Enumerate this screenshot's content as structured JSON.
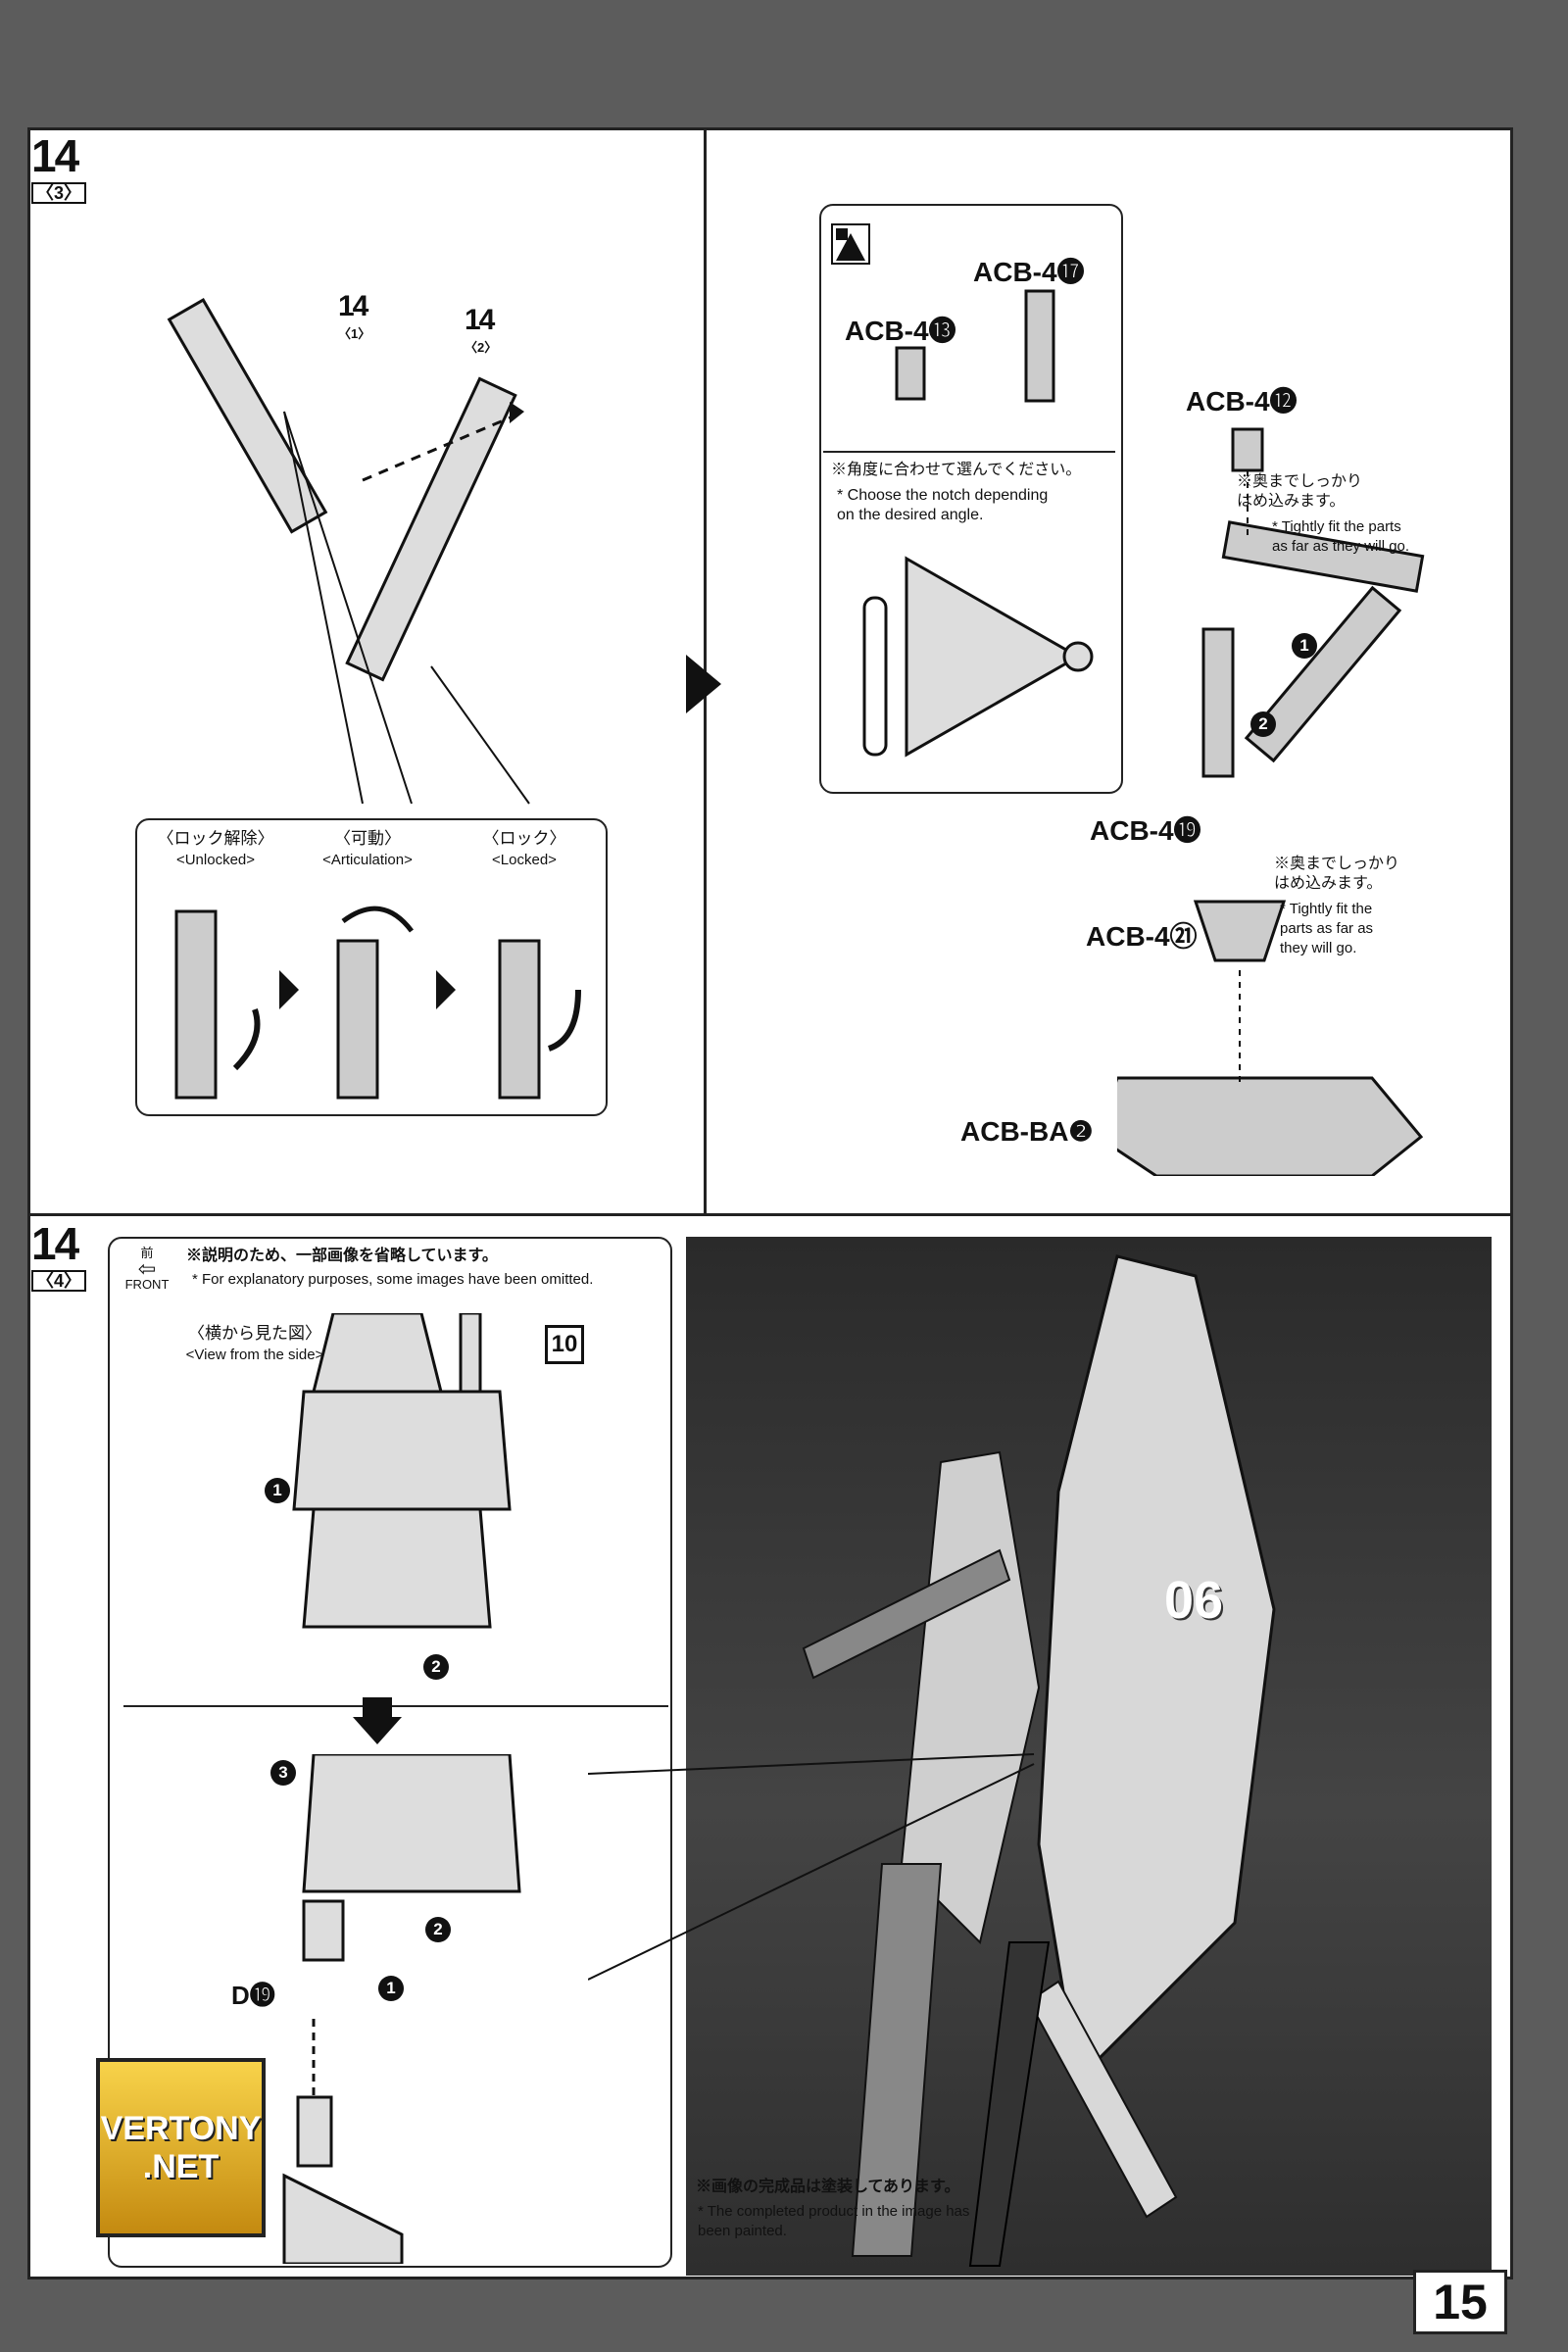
{
  "page_number": "15",
  "step": {
    "number": "14",
    "sub3": "〈3〉",
    "sub1": "〈1〉",
    "sub2": "〈2〉",
    "sub4": "〈4〉"
  },
  "lock_panel": {
    "unlocked_jp": "〈ロック解除〉",
    "unlocked_en": "<Unlocked>",
    "articulation_jp": "〈可動〉",
    "articulation_en": "<Articulation>",
    "locked_jp": "〈ロック〉",
    "locked_en": "<Locked>"
  },
  "parts_box": {
    "part_13": "ACB-4⓭",
    "part_17": "ACB-4⓱",
    "note_jp": "※角度に合わせて選んでください。",
    "note_en": "* Choose the notch depending\non the desired angle."
  },
  "assembly": {
    "part_12": "ACB-4⓬",
    "part_19": "ACB-4⓳",
    "part_21": "ACB-4㉑",
    "base": "ACB-BA❷",
    "step1": "1",
    "step2": "2",
    "fit_note_1_jp": "※奥までしっかり\nはめ込みます。",
    "fit_note_1_en": "* Tightly fit the parts\nas far as they will go.",
    "fit_note_2_jp": "※奥までしっかり\nはめ込みます。",
    "fit_note_2_en": "* Tightly fit the\nparts as far as\nthey will go."
  },
  "bottom": {
    "front_jp": "前",
    "front_en": "FRONT",
    "omitted_jp": "※説明のため、一部画像を省略しています。",
    "omitted_en": "* For explanatory purposes, some images have been omitted.",
    "side_view_jp": "〈横から見た図〉",
    "side_view_en": "<View from the side>",
    "ref_number": "10",
    "part_d": "D⓳",
    "step1": "1",
    "step2": "2",
    "step3": "3"
  },
  "photo": {
    "unit_number": "06",
    "painted_jp": "※画像の完成品は塗装してあります。",
    "painted_en": "* The completed product in the image has\nbeen painted."
  },
  "logo": {
    "line1": "VERTONY",
    "line2": ".NET"
  }
}
